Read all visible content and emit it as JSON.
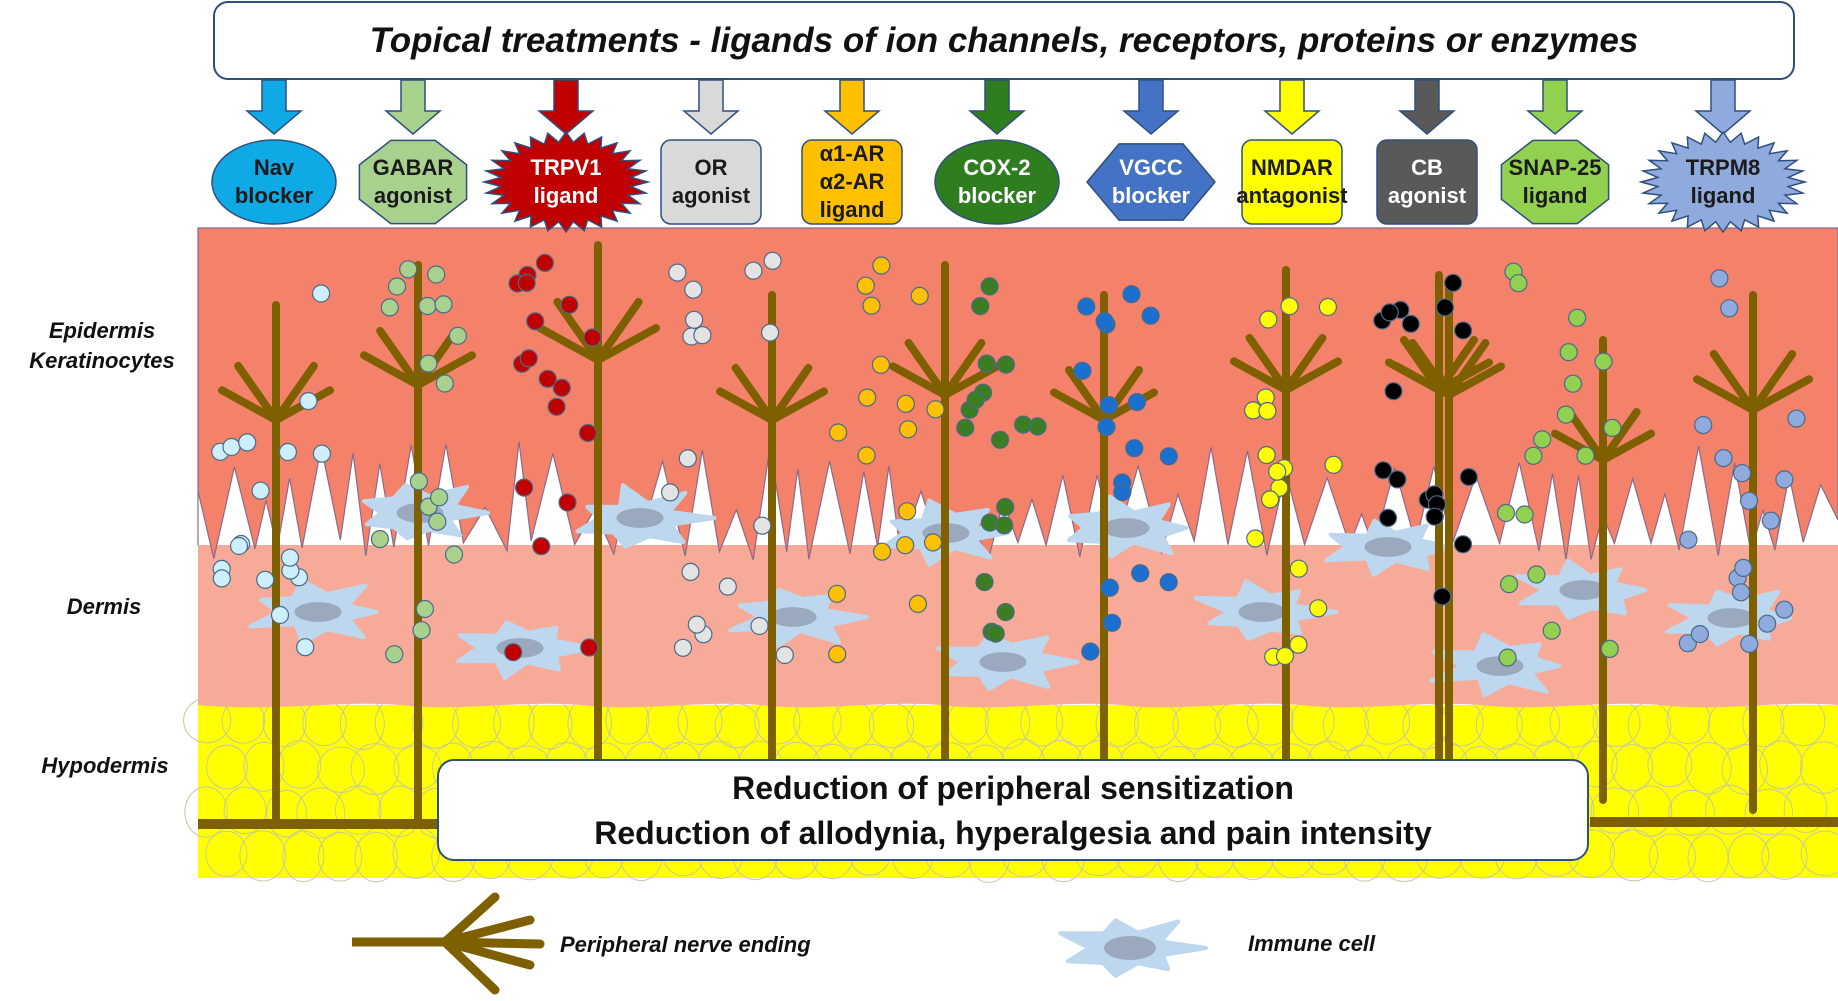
{
  "title": "Topical treatments - ligands of ion channels, receptors, proteins or enzymes",
  "treatments": [
    {
      "line1": "Nav",
      "line2": "blocker",
      "line3": "",
      "color": "#0fa9e6",
      "dot_color": "#cdeefb",
      "text_color": "#1b1b1b"
    },
    {
      "line1": "GABAR",
      "line2": "agonist",
      "line3": "",
      "color": "#a9d18e",
      "dot_color": "#a9d18e",
      "text_color": "#1b1b1b"
    },
    {
      "line1": "TRPV1",
      "line2": "ligand",
      "line3": "",
      "color": "#c00000",
      "dot_color": "#c00000",
      "text_color": "#ffffff"
    },
    {
      "line1": "OR",
      "line2": "agonist",
      "line3": "",
      "color": "#d9d9d9",
      "dot_color": "#e3e3e3",
      "text_color": "#1b1b1b"
    },
    {
      "line1": "α1-AR",
      "line2": "α2-AR",
      "line3": "ligand",
      "color": "#ffc000",
      "dot_color": "#ffc000",
      "text_color": "#1b1b1b"
    },
    {
      "line1": "COX-2",
      "line2": "blocker",
      "line3": "",
      "color": "#2e7d1e",
      "dot_color": "#3a7d22",
      "text_color": "#ffffff"
    },
    {
      "line1": "VGCC",
      "line2": "blocker",
      "line3": "",
      "color": "#4472c4",
      "dot_color": "#1a6fcf",
      "text_color": "#ffffff"
    },
    {
      "line1": "NMDAR",
      "line2": "antagonist",
      "line3": "",
      "color": "#ffff00",
      "dot_color": "#ffff00",
      "text_color": "#1b1b1b"
    },
    {
      "line1": "CB",
      "line2": "agonist",
      "line3": "",
      "color": "#595959",
      "dot_color": "#000000",
      "text_color": "#ffffff"
    },
    {
      "line1": "SNAP-25",
      "line2": "ligand",
      "line3": "",
      "color": "#92d050",
      "dot_color": "#92d050",
      "text_color": "#1b1b1b"
    },
    {
      "line1": "TRPM8",
      "line2": "ligand",
      "line3": "",
      "color": "#8faadc",
      "dot_color": "#8faadc",
      "text_color": "#1b1b1b"
    }
  ],
  "layers": {
    "epidermis_line1": "Epidermis",
    "epidermis_line2": "Keratinocytes",
    "dermis": "Dermis",
    "hypodermis": "Hypodermis"
  },
  "outcome": {
    "line1": "Reduction of peripheral sensitization",
    "line2": "Reduction of allodynia, hyperalgesia and pain intensity"
  },
  "legend": {
    "nerve_label": "Peripheral nerve ending",
    "immune_label": "Immune cell"
  },
  "colors": {
    "epidermis": "#f4826a",
    "dermis": "#f7aa98",
    "hypodermis": "#ffff00",
    "nerve": "#7f6000",
    "immune_cell": "#bdd7ee",
    "immune_nucleus": "#9aa9bd"
  }
}
